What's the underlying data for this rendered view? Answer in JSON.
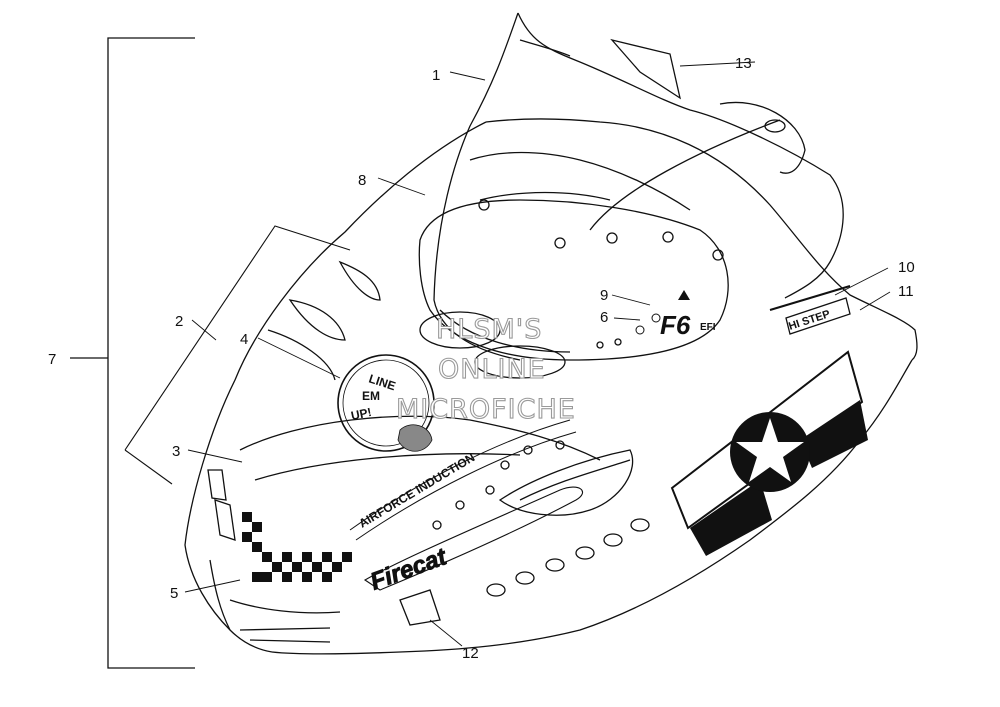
{
  "callouts": [
    "1",
    "2",
    "3",
    "4",
    "5",
    "6",
    "7",
    "8",
    "9",
    "10",
    "11",
    "12",
    "13"
  ],
  "decals": {
    "hood_badge": [
      "LINE",
      "EM",
      "UP!"
    ],
    "stripe": "AIRFORCE INDUCTION",
    "model_badge": "F6",
    "model_suffix": "EFI",
    "hi_step": "HI STEP",
    "script_logo": "Firecat"
  },
  "watermark": [
    "HLSM'S",
    "ONLINE",
    "MICROFICHE"
  ],
  "colors": {
    "line": "#111111",
    "background": "#ffffff",
    "watermark": "#9a9a9a"
  }
}
